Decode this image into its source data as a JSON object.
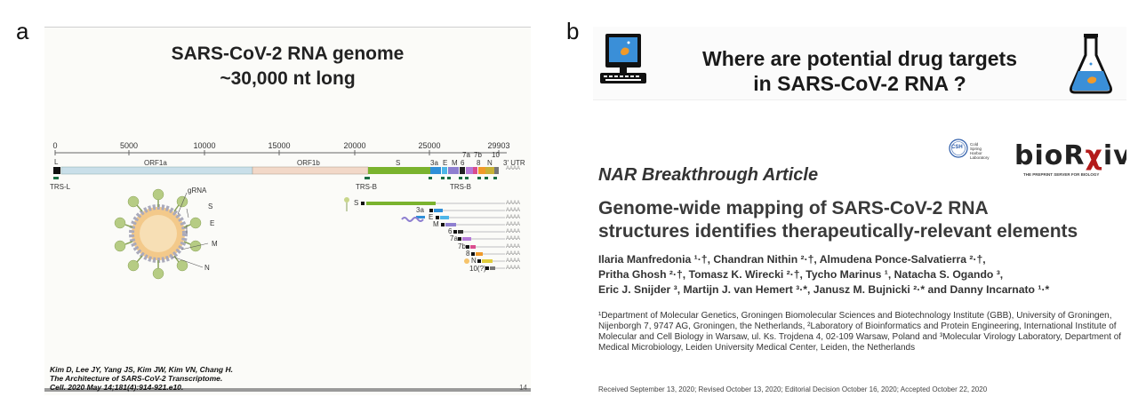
{
  "panel_a": {
    "label": "a",
    "title_line1": "SARS-CoV-2 RNA genome",
    "title_line2": "~30,000 nt long",
    "ruler_ticks": [
      "0",
      "5000",
      "10000",
      "15000",
      "20000",
      "25000",
      "29903"
    ],
    "genome_labels": {
      "leader": "L",
      "orf1a": "ORF1a",
      "orf1b": "ORF1b",
      "s": "S",
      "utr3": "3' UTR",
      "trs_l": "TRS-L",
      "trs_b1": "TRS-B",
      "trs_b2": "TRS-B",
      "accessory": [
        "3a",
        "E",
        "M",
        "6",
        "7a",
        "7b",
        "8",
        "N",
        "10"
      ]
    },
    "virion_labels": [
      "gRNA",
      "S",
      "E",
      "M",
      "N"
    ],
    "sgrna_labels": [
      "S",
      "3a",
      "E",
      "M",
      "6",
      "7a",
      "7b",
      "8",
      "N",
      "10(?)"
    ],
    "poly_a": "AAAA",
    "citation_line1": "Kim D, Lee JY, Yang JS, Kim JW, Kim VN, Chang H.",
    "citation_line2": "The Architecture of SARS-CoV-2 Transcriptome.",
    "citation_line3": "Cell. 2020 May 14;181(4):914-921.e10.",
    "page_number": "14"
  },
  "panel_b": {
    "label": "b",
    "question_line1": "Where are potential drug targets",
    "question_line2": "in SARS-CoV-2 RNA ?",
    "csh_logo_text": "CSH",
    "csh_text": [
      "Cold",
      "Spring",
      "Harbor",
      "Laboratory"
    ],
    "biorxiv_pre": "bioR",
    "biorxiv_chi": "χ",
    "biorxiv_post": "iv",
    "biorxiv_tagline": "THE PREPRINT SERVER FOR BIOLOGY",
    "journal_label": "NAR Breakthrough Article",
    "title_line1": "Genome-wide mapping of SARS-CoV-2 RNA",
    "title_line2": "structures identifies therapeutically-relevant elements",
    "authors_line1": "Ilaria Manfredonia ¹·†, Chandran Nithin ²·†, Almudena Ponce-Salvatierra ²·†,",
    "authors_line2": "Pritha Ghosh ²·†, Tomasz K. Wirecki ²·†, Tycho Marinus ¹, Natacha S. Ogando ³,",
    "authors_line3": "Eric J. Snijder ³, Martijn J. van Hemert ³·*, Janusz M. Bujnicki ²·* and Danny Incarnato ¹·*",
    "affiliation": "¹Department of Molecular Genetics, Groningen Biomolecular Sciences and Biotechnology Institute (GBB), University of Groningen, Nijenborgh 7, 9747 AG, Groningen, the Netherlands, ²Laboratory of Bioinformatics and Protein Engineering, International Institute of Molecular and Cell Biology in Warsaw, ul. Ks. Trojdena 4, 02-109 Warsaw, Poland and ³Molecular Virology Laboratory, Department of Medical Microbiology, Leiden University Medical Center, Leiden, the Netherlands",
    "received": "Received September 13, 2020; Revised October 13, 2020; Editorial Decision October 16, 2020; Accepted October 22, 2020"
  }
}
